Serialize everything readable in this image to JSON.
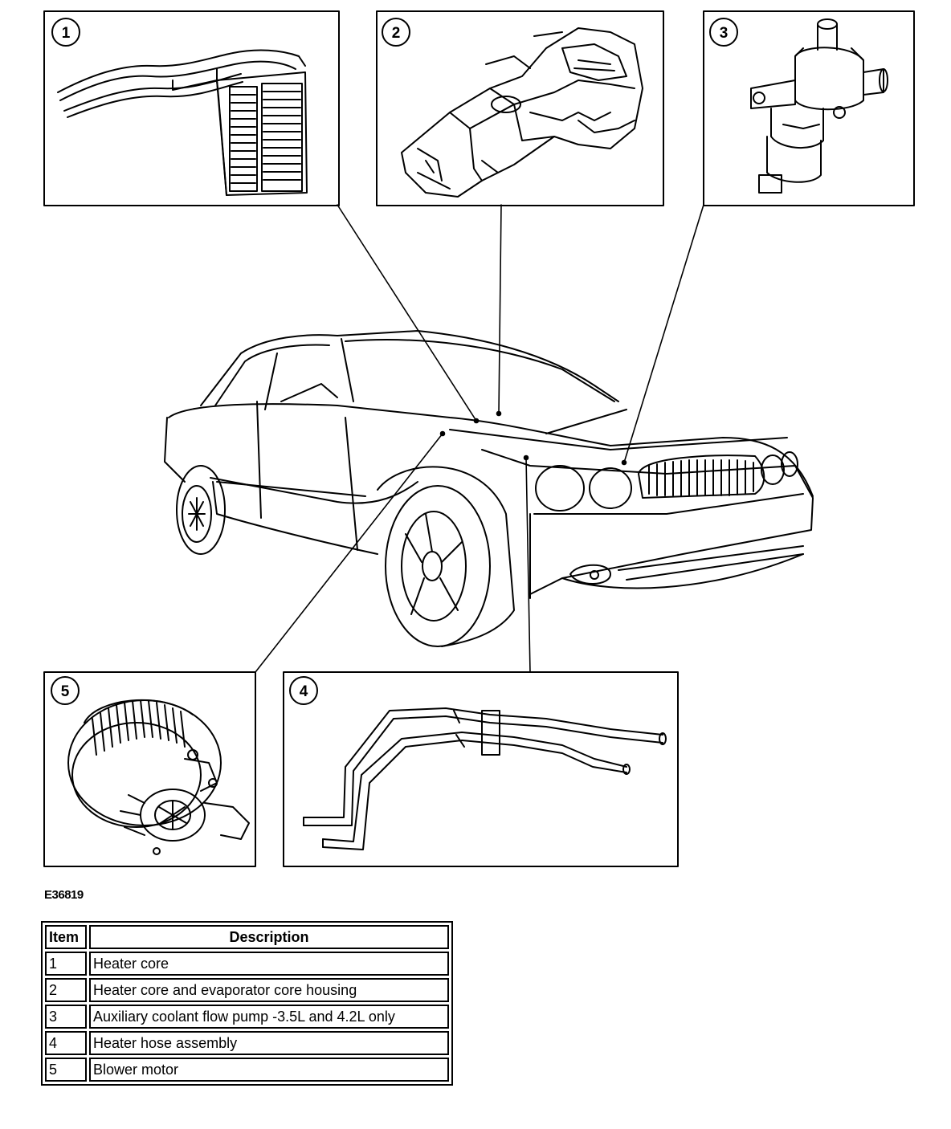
{
  "figure_id": "E36819",
  "callouts": [
    "1",
    "2",
    "3",
    "4",
    "5"
  ],
  "legend": {
    "headers": {
      "item": "Item",
      "description": "Description"
    },
    "rows": [
      {
        "item": "1",
        "description": "Heater core"
      },
      {
        "item": "2",
        "description": "Heater core and evaporator core housing"
      },
      {
        "item": "3",
        "description": "Auxiliary coolant flow pump -3.5L and 4.2L only"
      },
      {
        "item": "4",
        "description": "Heater hose assembly"
      },
      {
        "item": "5",
        "description": "Blower motor"
      }
    ]
  },
  "colors": {
    "line": "#000000",
    "background": "#ffffff"
  }
}
